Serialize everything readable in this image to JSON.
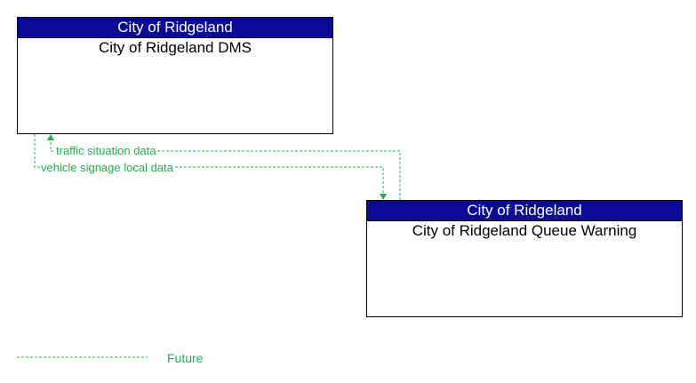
{
  "colors": {
    "header": "#0a0a96",
    "future_flow": "#22b14c"
  },
  "nodes": {
    "dms": {
      "owner": "City of Ridgeland",
      "name": "City of Ridgeland DMS"
    },
    "queue_warning": {
      "owner": "City of Ridgeland",
      "name": "City of Ridgeland Queue Warning"
    }
  },
  "flows": {
    "traffic_situation": {
      "label": "traffic situation data"
    },
    "vehicle_signage": {
      "label": "vehicle signage local data"
    }
  },
  "legend": {
    "future_label": "Future"
  }
}
